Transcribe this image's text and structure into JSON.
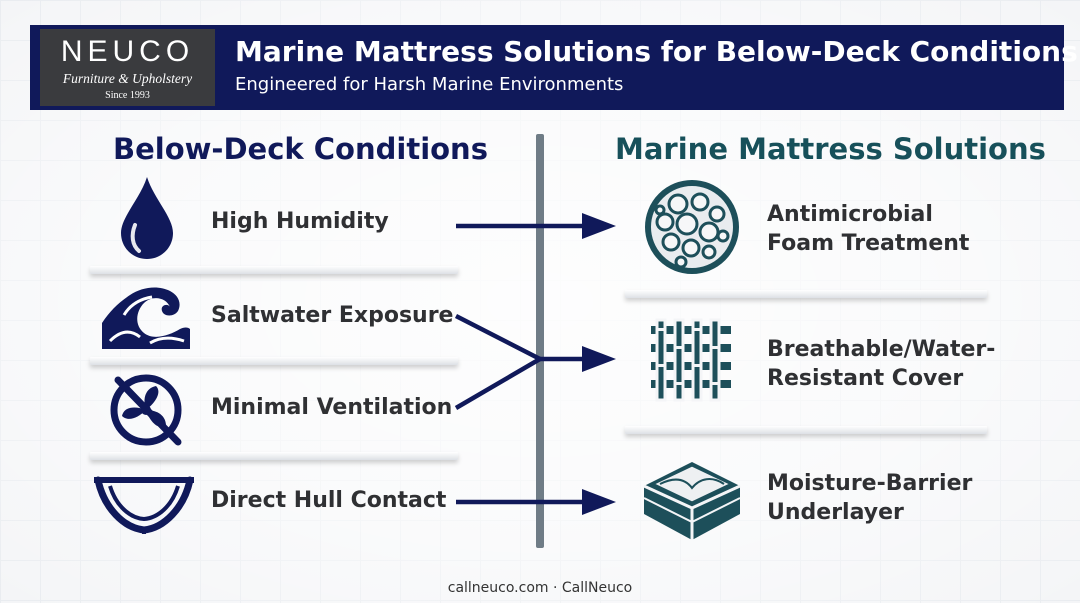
{
  "logo": {
    "name": "NEUCO",
    "tagline": "Furniture & Upholstery",
    "since": "Since 1993"
  },
  "header": {
    "title": "Marine Mattress Solutions for Below-Deck Conditions",
    "subtitle": "Engineered for Harsh Marine Environments"
  },
  "conditions": {
    "heading": "Below-Deck Conditions",
    "items": [
      {
        "label": "High Humidity",
        "icon": "water-drop-icon"
      },
      {
        "label": "Saltwater Exposure",
        "icon": "wave-icon"
      },
      {
        "label": "Minimal Ventilation",
        "icon": "no-fan-icon"
      },
      {
        "label": "Direct Hull Contact",
        "icon": "hull-icon"
      }
    ]
  },
  "solutions": {
    "heading": "Marine Mattress Solutions",
    "items": [
      {
        "line1": "Antimicrobial",
        "line2": "Foam Treatment",
        "icon": "foam-cells-icon"
      },
      {
        "line1": "Breathable/Water-",
        "line2": "Resistant Cover",
        "icon": "woven-fabric-icon"
      },
      {
        "line1": "Moisture-Barrier",
        "line2": "Underlayer",
        "icon": "layered-pad-icon"
      }
    ]
  },
  "colors": {
    "navy": "#10195a",
    "teal": "#17505a",
    "logo_bg": "#3a3b3e"
  },
  "footer": "callneuco.com · CallNeuco"
}
